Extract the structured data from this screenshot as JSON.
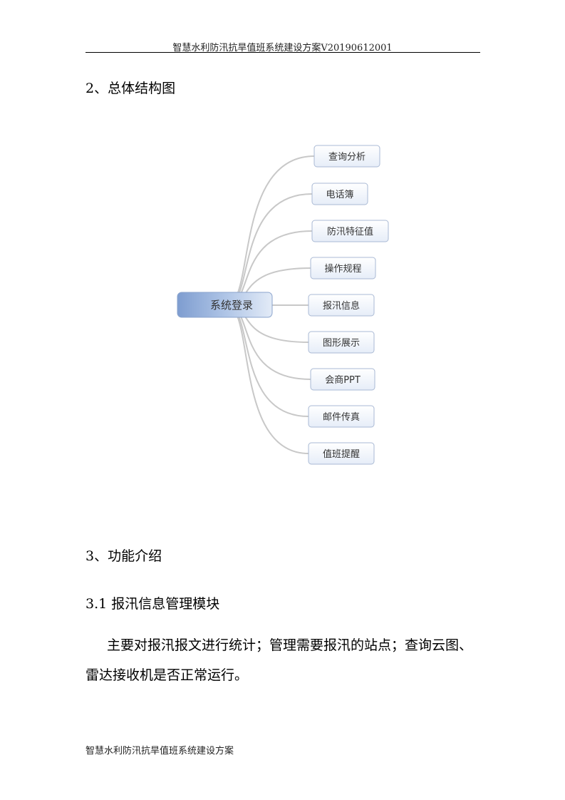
{
  "header": {
    "title": "智慧水利防汛抗旱值班系统建设方案V20190612001"
  },
  "section2": {
    "heading": "2、总体结构图"
  },
  "diagram": {
    "root": "系统登录",
    "children": [
      "查询分析",
      "电话簿",
      "防汛特征值",
      "操作规程",
      "报汛信息",
      "图形展示",
      "会商PPT",
      "邮件传真",
      "值班提醒"
    ]
  },
  "section3": {
    "heading": "3、功能介绍"
  },
  "section31": {
    "heading": "3.1 报汛信息管理模块",
    "body": "主要对报汛报文进行统计；管理需要报汛的站点；查询云图、雷达接收机是否正常运行。"
  },
  "footer": {
    "text": "智慧水利防汛抗旱值班系统建设方案"
  }
}
